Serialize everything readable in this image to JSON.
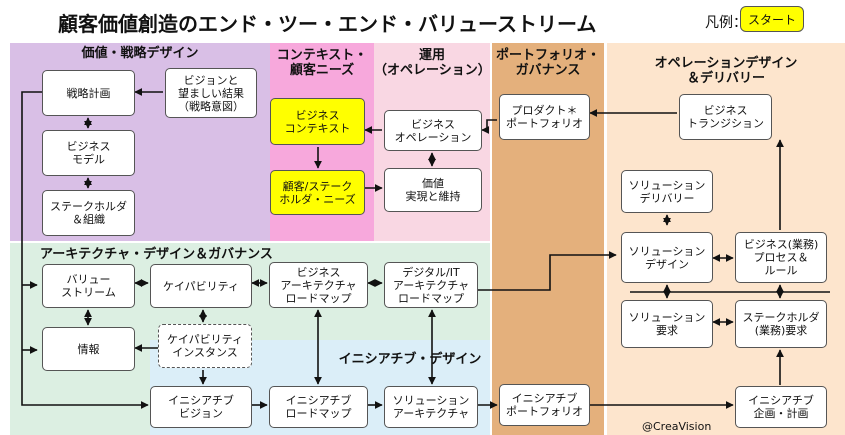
{
  "title": "顧客価値創造のエンド・ツー・エンド・バリューストリーム",
  "legend": {
    "label": "凡例：",
    "sample": "スタート"
  },
  "credit": "@CreaVision",
  "regions": {
    "strategy": "価値・戦略デザイン",
    "context": "コンテキスト・\n顧客ニーズ",
    "operation": "運用\n（オペレーション）",
    "portfolio": "ポートフォリオ・\nガバナンス",
    "opdesign": "オペレーションデザイン\n＆デリバリー",
    "architecture": "アーキテクチャ・デザイン＆ガバナンス",
    "initiative": "イニシアチブ・デザイン"
  },
  "boxes": {
    "strategic_plan": "戦略計画",
    "vision": "ビジョンと\n望ましい結果\n（戦略意図）",
    "business_model": "ビジネス\nモデル",
    "stakeholder_org": "ステークホルダ\n＆組織",
    "business_context": "ビジネス\nコンテキスト",
    "customer_needs": "顧客/ステーク\nホルダ・ニーズ",
    "business_operation": "ビジネス\nオペレーション",
    "value_realization": "価値\n実現と維持",
    "product_portfolio": "プロダクト＊\nポートフォリオ",
    "business_transition": "ビジネス\nトランジション",
    "solution_delivery": "ソリューション\nデリバリー",
    "solution_design": "ソリューション\nデザイン",
    "business_process": "ビジネス(業務)\nプロセス＆\nルール",
    "solution_requirements": "ソリューション\n要求",
    "stakeholder_requirements": "ステークホルダ\n(業務)要求",
    "value_stream": "バリュー\nストリーム",
    "capability": "ケイパビリティ",
    "biz_arch_roadmap": "ビジネス\nアーキテクチャ\nロードマップ",
    "digital_it_roadmap": "デジタル/IT\nアーキテクチャ\nロードマップ",
    "information": "情報",
    "capability_instance": "ケイパビリティ\nインスタンス",
    "initiative_vision": "イニシアチブ\nビジョン",
    "initiative_roadmap": "イニシアチブ\nロードマップ",
    "solution_architecture": "ソリューション\nアーキテクチャ",
    "initiative_portfolio": "イニシアチブ\nポートフォリオ",
    "initiative_plan": "イニシアチブ\n企画・計画"
  },
  "colors": {
    "strategy": "#d9bfe6",
    "context": "#f7a8dc",
    "operation": "#f9d7e3",
    "portfolio": "#e4b07c",
    "opdesign": "#fde5cd",
    "architecture": "#dcefe2",
    "initiative": "#dbeef8",
    "start": "#ffff00"
  }
}
